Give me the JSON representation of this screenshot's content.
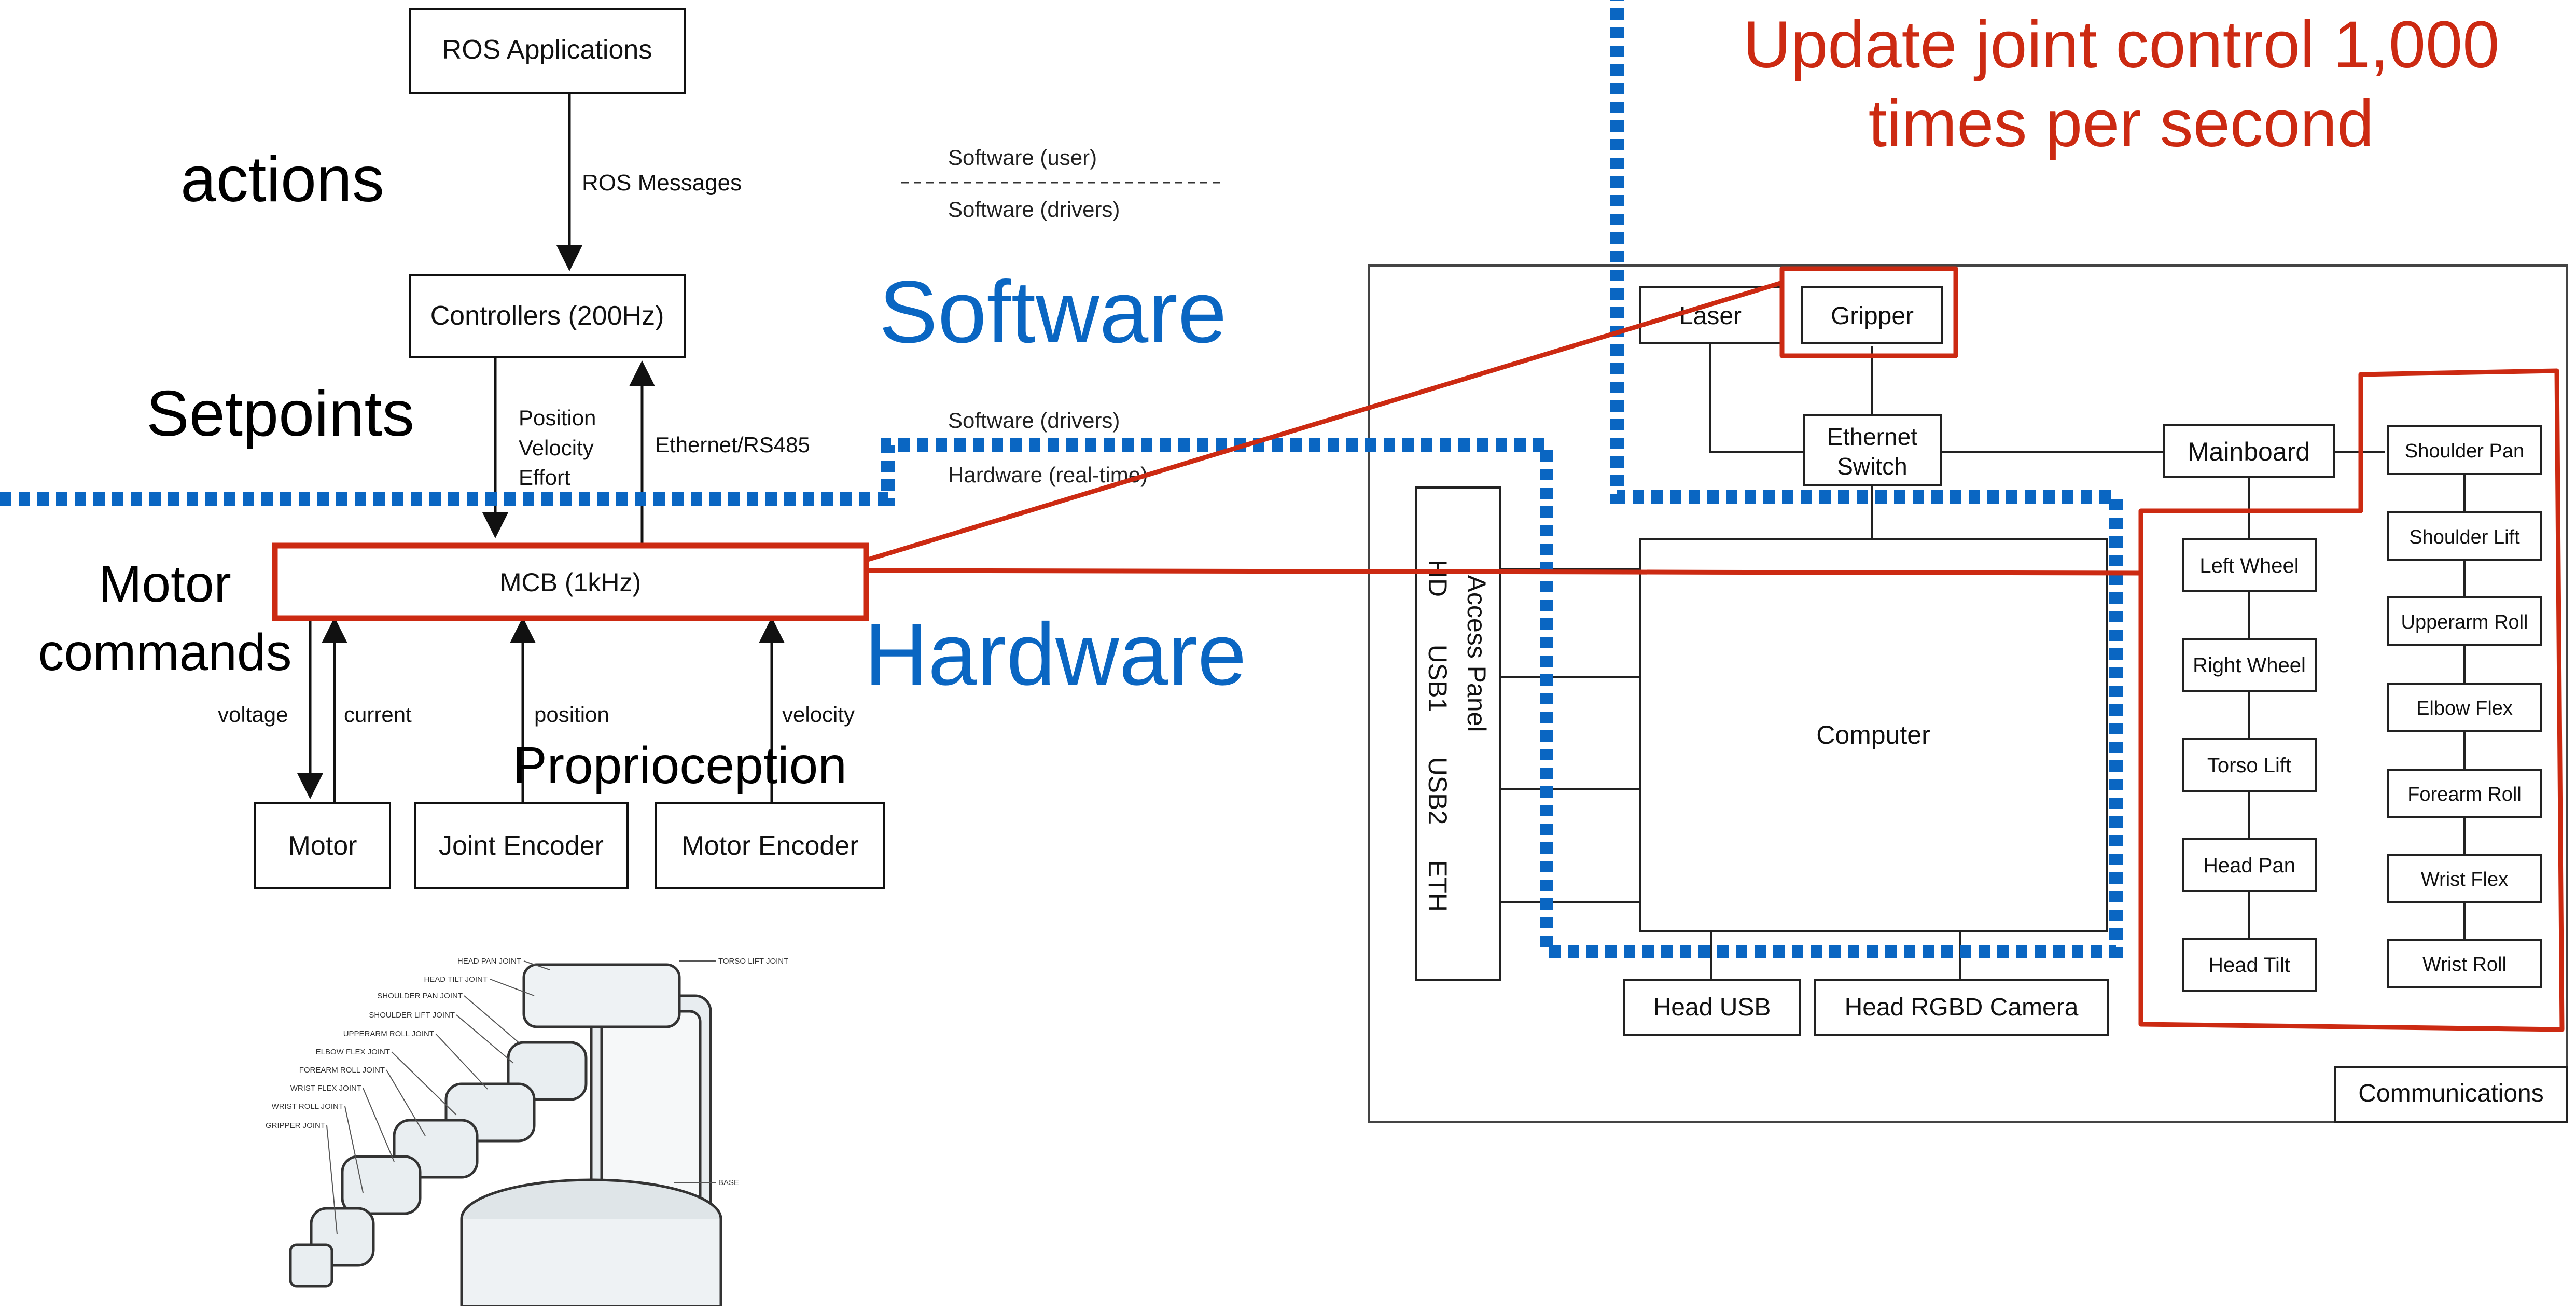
{
  "left_stack": {
    "ros_applications": "ROS Applications",
    "ros_messages": "ROS Messages",
    "controllers": "Controllers (200Hz)",
    "position": "Position",
    "velocity_label": "Velocity",
    "effort": "Effort",
    "ethernet_rs485": "Ethernet/RS485",
    "mcb": "MCB (1kHz)",
    "voltage": "voltage",
    "current": "current",
    "position_signal": "position",
    "velocity_signal": "velocity",
    "motor": "Motor",
    "joint_encoder": "Joint Encoder",
    "motor_encoder": "Motor Encoder"
  },
  "layer_labels": {
    "software_user": "Software (user)",
    "software_drivers_top": "Software (drivers)",
    "software_drivers": "Software (drivers)",
    "hardware_realtime": "Hardware (real-time)"
  },
  "annotations": {
    "actions": "actions",
    "setpoints": "Setpoints",
    "motor_commands_line1": "Motor",
    "motor_commands_line2": "commands",
    "proprioception": "Proprioception",
    "software": "Software",
    "hardware": "Hardware",
    "update_line1": "Update joint control 1,000",
    "update_line2": "times per second"
  },
  "right_diagram": {
    "laser": "Laser",
    "gripper": "Gripper",
    "ethernet_switch_line1": "Ethernet",
    "ethernet_switch_line2": "Switch",
    "mainboard": "Mainboard",
    "computer": "Computer",
    "access_panel": {
      "title": "Access Panel",
      "ports": [
        "HD",
        "USB1",
        "USB2",
        "ETH"
      ]
    },
    "head_usb": "Head USB",
    "head_rgbd_camera": "Head RGBD Camera",
    "communications": "Communications",
    "mainboard_chain": [
      "Left Wheel",
      "Right Wheel",
      "Torso Lift",
      "Head Pan",
      "Head Tilt"
    ],
    "arm_chain": [
      "Shoulder Pan",
      "Shoulder Lift",
      "Upperarm Roll",
      "Elbow Flex",
      "Forearm Roll",
      "Wrist Flex",
      "Wrist Roll"
    ]
  },
  "robot_figure": {
    "joint_labels_left": [
      "HEAD PAN JOINT",
      "HEAD TILT JOINT",
      "SHOULDER PAN JOINT",
      "SHOULDER LIFT JOINT",
      "UPPERARM ROLL JOINT",
      "ELBOW FLEX JOINT",
      "FOREARM ROLL JOINT",
      "WRIST FLEX JOINT",
      "WRIST ROLL JOINT",
      "GRIPPER JOINT"
    ],
    "torso_lift_joint": "TORSO LIFT JOINT",
    "base": "BASE"
  },
  "colors": {
    "blue_boundary": "#0a66c2",
    "red_highlight": "#cc2a12",
    "box_stroke": "#111111",
    "frame_stroke": "#333333"
  }
}
